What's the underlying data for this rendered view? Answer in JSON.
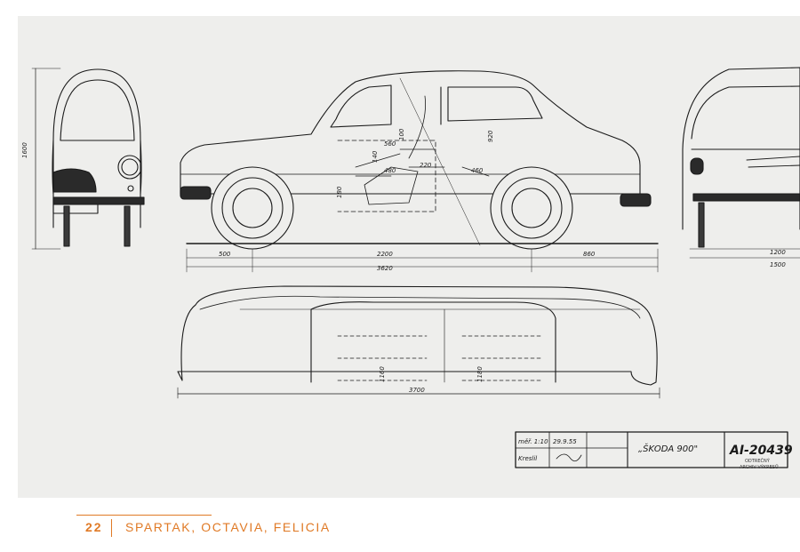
{
  "drawing": {
    "dims": {
      "height": "1600",
      "front_len": "500",
      "wheelbase": "2200",
      "overall_len": "3620",
      "rear_len": "860",
      "top_len": "3700",
      "rear_1": "1200",
      "rear_2": "1500",
      "seat_1": "180",
      "seat_2": "140",
      "seat_3": "220",
      "seat_4": "460",
      "seat_5": "560",
      "seat_6": "920",
      "seat_7": "100",
      "seat_8": "480",
      "width_1": "1160",
      "width_2": "1180"
    },
    "title_block": {
      "scale_label": "měř. 1:10",
      "date": "29.9.55",
      "drawn_label": "Kreslil",
      "model": "„ŠKODA 900\"",
      "drawing_number": "AI-20439",
      "stamp_1": "ODTREČNÝ",
      "stamp_2": "ARCHIV VÝKRESŮ"
    }
  },
  "footer": {
    "page_number": "22",
    "chapter": "SPARTAK, OCTAVIA, FELICIA"
  },
  "colors": {
    "accent": "#e07a26",
    "paper": "#eeeeec",
    "ink": "#1a1a1a"
  }
}
